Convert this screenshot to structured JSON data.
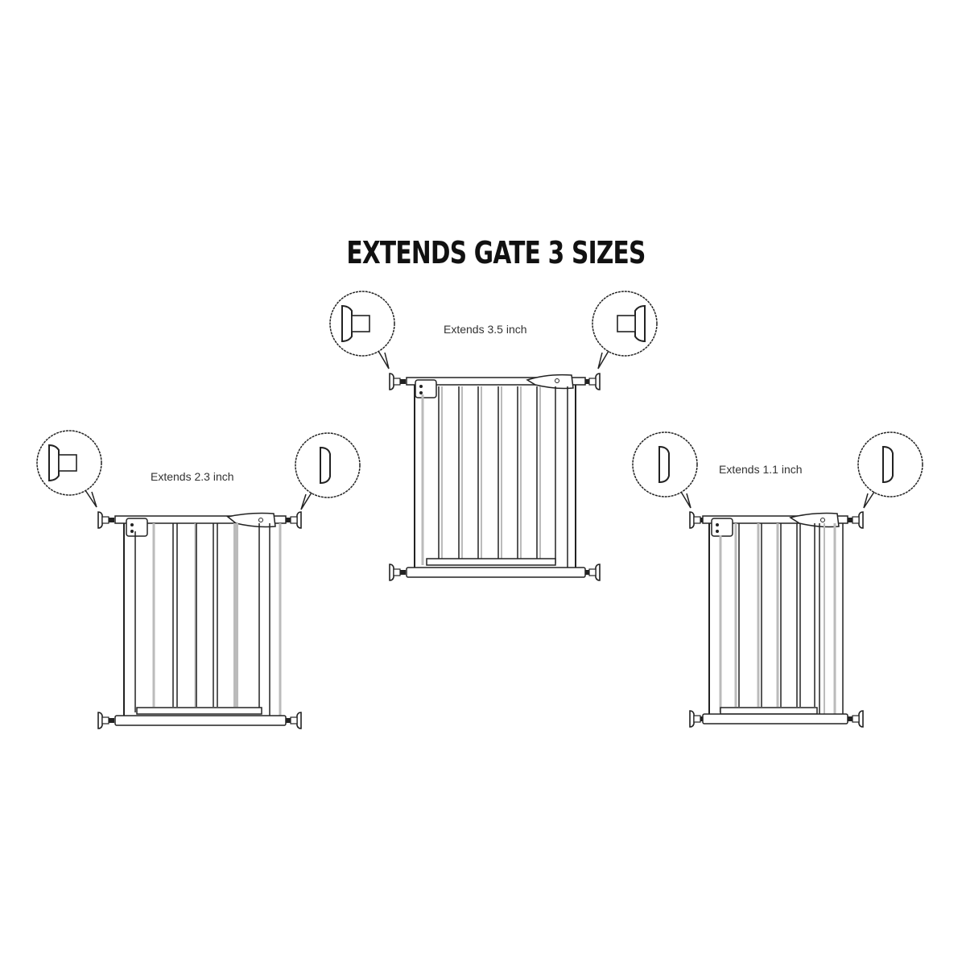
{
  "title": "EXTENDS GATE 3 SIZES",
  "gates": [
    {
      "id": "center",
      "label": "Extends 3.5 inch",
      "bubble_left": "adapter-long",
      "bubble_right": "adapter-long"
    },
    {
      "id": "left",
      "label": "Extends 2.3 inch",
      "bubble_left": "adapter-long",
      "bubble_right": "adapter-short"
    },
    {
      "id": "right",
      "label": "Extends 1.1 inch",
      "bubble_left": "adapter-short",
      "bubble_right": "adapter-short"
    }
  ],
  "colors": {
    "line": "#222222",
    "bar_shade": "#bbbbbb",
    "background": "#ffffff"
  }
}
